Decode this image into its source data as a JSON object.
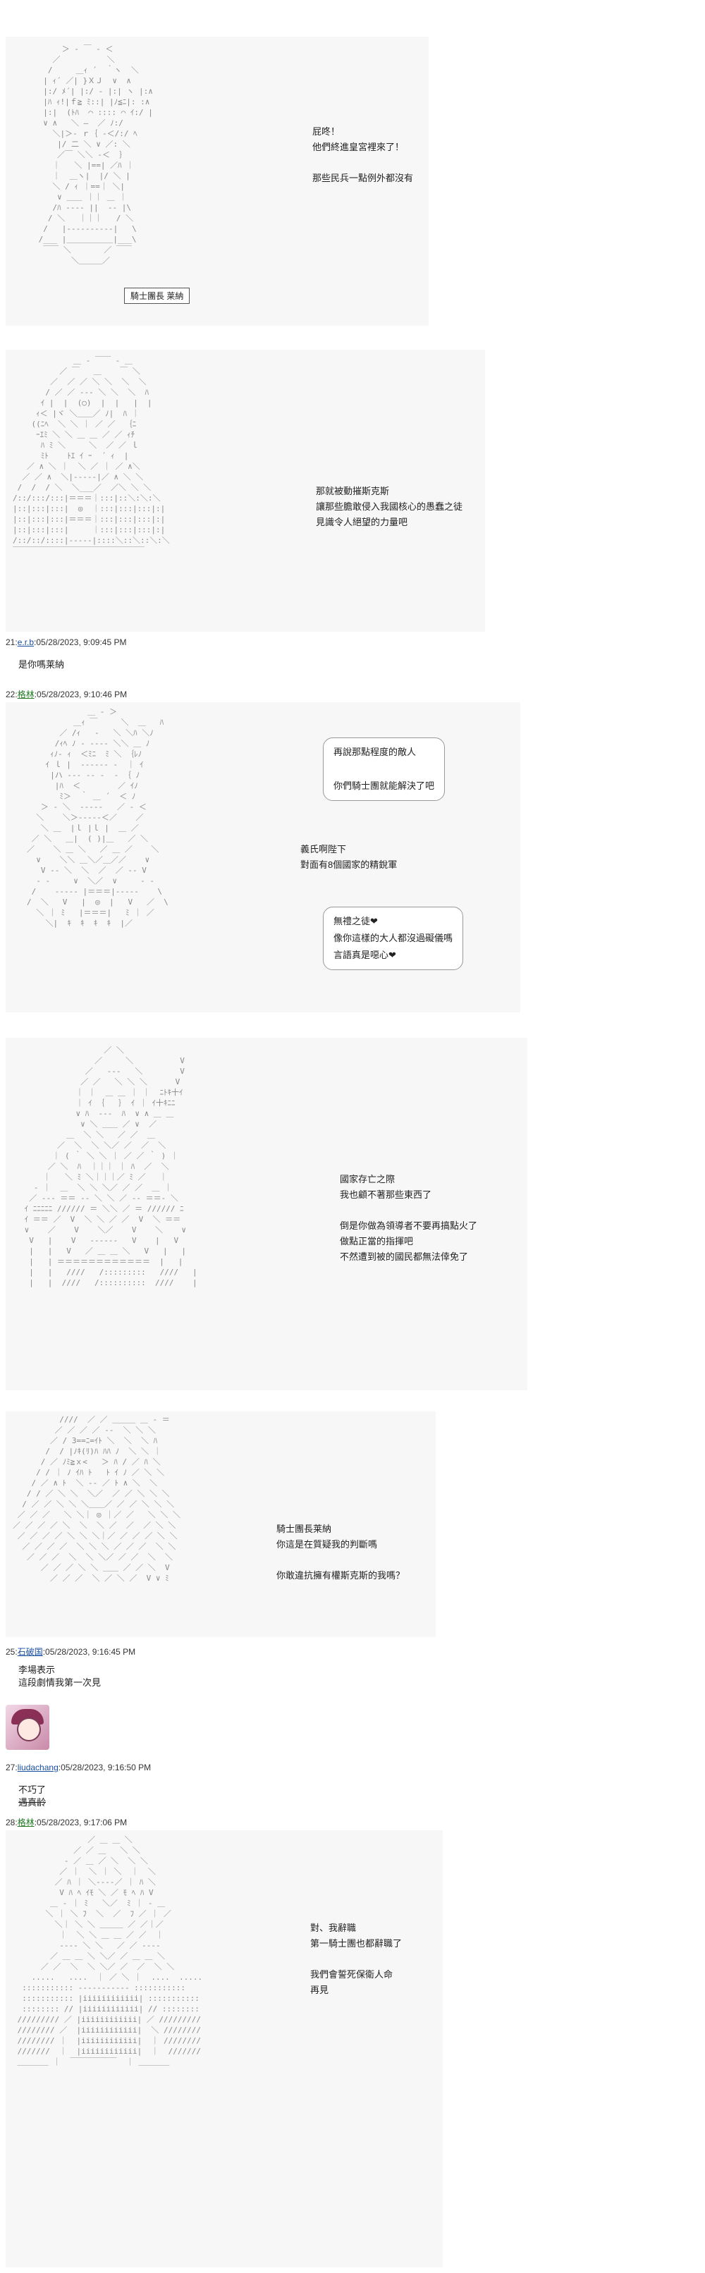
{
  "panels": [
    {
      "dialog": [
        "屁咚！",
        "他們終進皇宮裡來了！",
        "",
        "那些民兵一點例外都沒有"
      ],
      "nameplate": "騎士團長 莱納"
    },
    {
      "dialog": [
        "那就被動摧斯克斯",
        "讓那些膽敢侵入我國核心的愚蠢之徒",
        "見識令人絕望的力量吧"
      ]
    },
    {
      "bubble_top": [
        "再說那點程度的敵人",
        "",
        "你們騎士團就能解決了吧"
      ],
      "dialog": [
        "義氏啊陛下",
        "對面有8個國家的精銳軍"
      ],
      "bubble_bottom": [
        "無禮之徒❤",
        "像你這樣的大人都沒過礙儀嗎",
        "言語真是噁心❤"
      ]
    },
    {
      "dialog": [
        "國家存亡之際",
        "我也顧不著那些東西了",
        "",
        "倒是你做為領導者不要再搞點火了",
        "做點正當的指揮吧",
        "不然遭到被的國民都無法倖免了"
      ]
    },
    {
      "dialog": [
        "騎士團長莱納",
        "你這是在質疑我的判斷嗎",
        "",
        "你敢違抗擁有權斯克斯的我嗎？"
      ]
    },
    {
      "dialog": [
        "對、我辭職",
        "第一騎士團也都辭職了",
        "",
        "我們會誓死保衛人命",
        "再見"
      ]
    }
  ],
  "posts": {
    "p21": {
      "number": "21:",
      "user": "e.r.b",
      "date": ":05/28/2023, 9:09:45 PM",
      "text": [
        "是你嗎莱納"
      ]
    },
    "p22": {
      "number": "22:",
      "user": "格林",
      "date": ":05/28/2023, 9:10:46 PM"
    },
    "p25": {
      "number": "25:",
      "user": "石破国",
      "date": ":05/28/2023, 9:16:45 PM",
      "text": [
        "李場表示",
        "這段劇情我第一次見"
      ]
    },
    "p27": {
      "number": "27:",
      "user": "liudachang",
      "date": ":05/28/2023, 9:16:50 PM",
      "text": [
        "不巧了",
        "遇真龄"
      ]
    },
    "p28": {
      "number": "28:",
      "user": "格林",
      "date": ":05/28/2023, 9:17:06 PM"
    }
  },
  "colors": {
    "user_link": "#1a4fa0",
    "user_green": "#1f7a1f",
    "panel_bg": "#f7f7f7"
  }
}
